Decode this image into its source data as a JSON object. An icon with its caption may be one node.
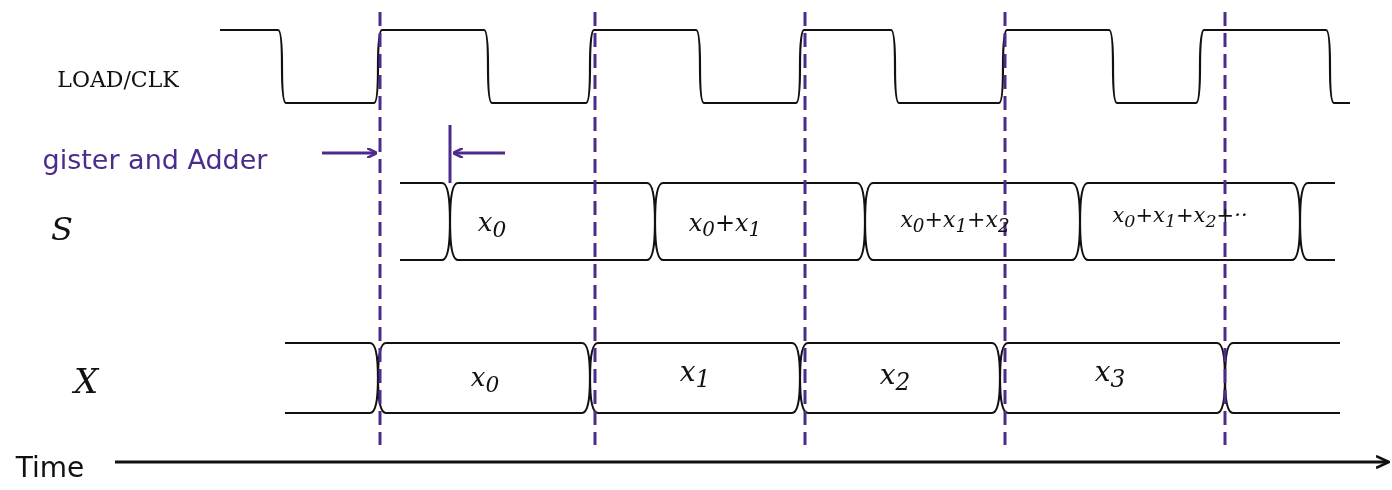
{
  "diagram": {
    "labels": [
      "LOAD/CLK",
      "S",
      "X",
      "gister and Adder",
      "x$_{0}$",
      "x$_{0}$+x$_{1}$",
      "x$_{0}$+x$_{1}$+x$_{2}$",
      "x$_{0}$+x$_{1}$+x$_{2}$+··",
      "x$_{0}$",
      "x$_{1}$",
      "x$_{2}$",
      "x$_{3}$",
      "Time"
    ]
  }
}
